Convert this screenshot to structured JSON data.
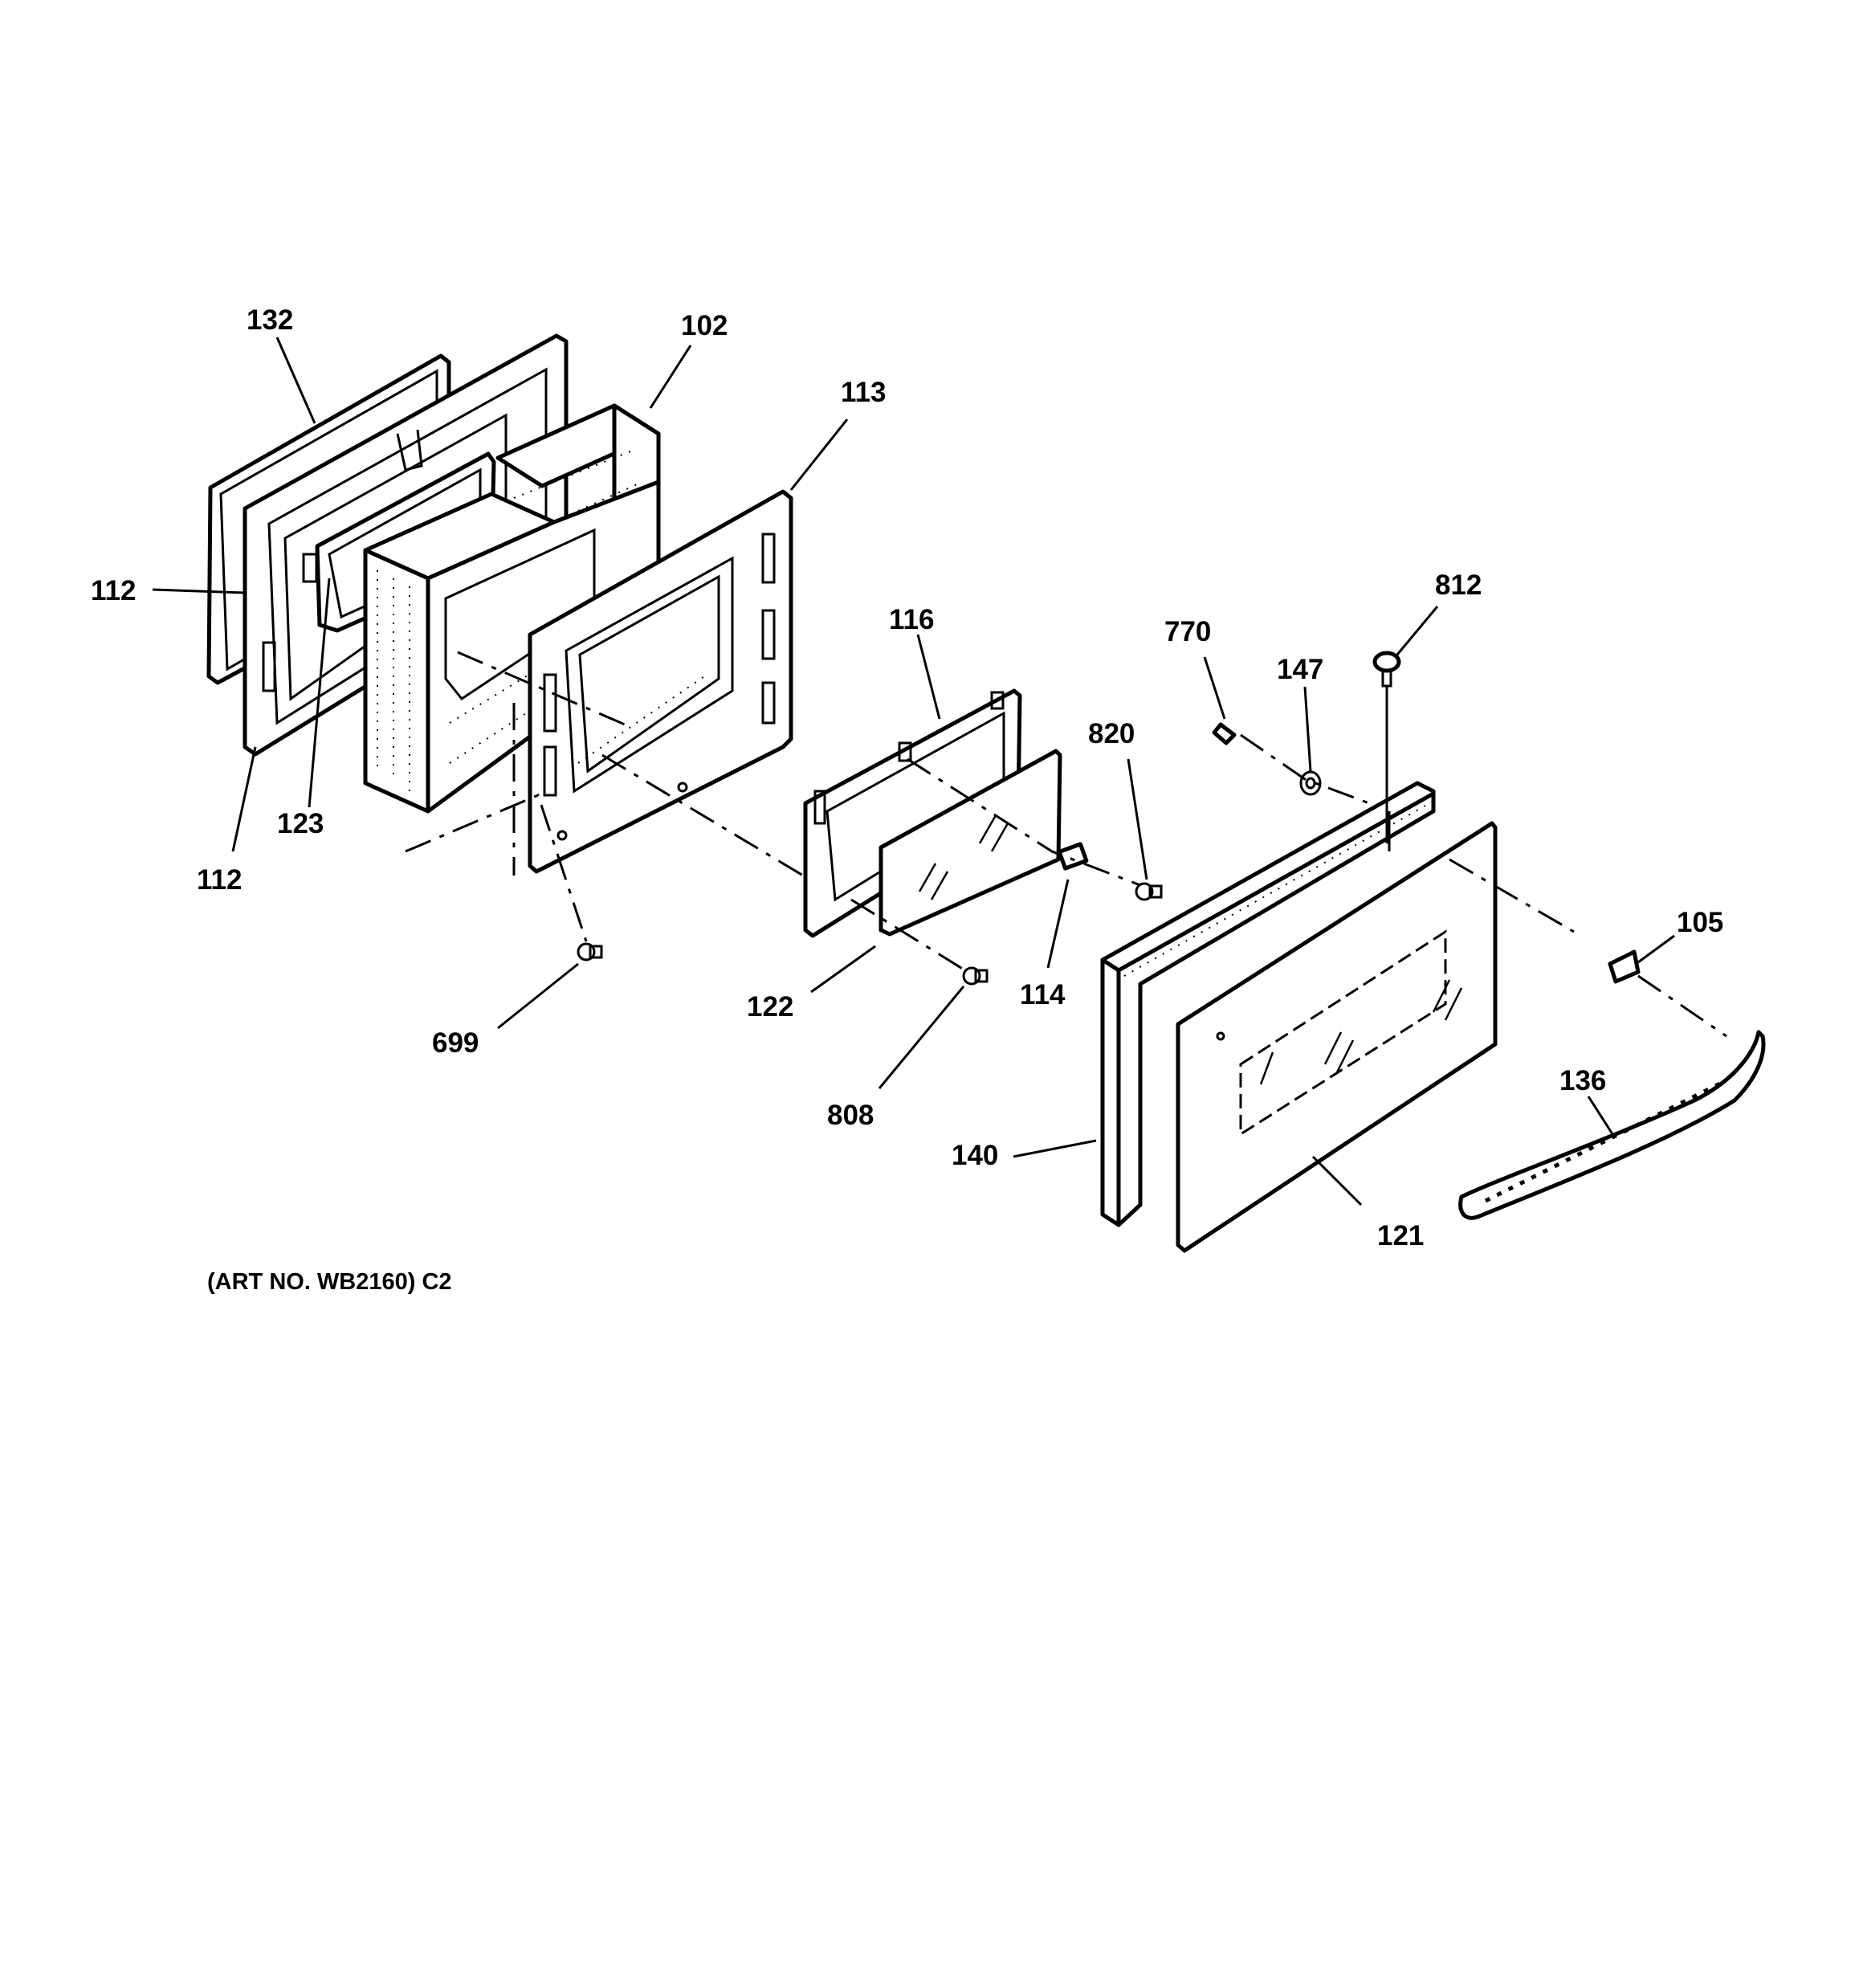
{
  "diagram": {
    "caption": "(ART NO. WB2160) C2",
    "callouts": [
      {
        "id": "132",
        "text": "132"
      },
      {
        "id": "102",
        "text": "102"
      },
      {
        "id": "113",
        "text": "113"
      },
      {
        "id": "112a",
        "text": "112"
      },
      {
        "id": "112b",
        "text": "112"
      },
      {
        "id": "123",
        "text": "123"
      },
      {
        "id": "116",
        "text": "116"
      },
      {
        "id": "770",
        "text": "770"
      },
      {
        "id": "812",
        "text": "812"
      },
      {
        "id": "147",
        "text": "147"
      },
      {
        "id": "820",
        "text": "820"
      },
      {
        "id": "105",
        "text": "105"
      },
      {
        "id": "699",
        "text": "699"
      },
      {
        "id": "122",
        "text": "122"
      },
      {
        "id": "114",
        "text": "114"
      },
      {
        "id": "808",
        "text": "808"
      },
      {
        "id": "136",
        "text": "136"
      },
      {
        "id": "140",
        "text": "140"
      },
      {
        "id": "121",
        "text": "121"
      }
    ]
  }
}
